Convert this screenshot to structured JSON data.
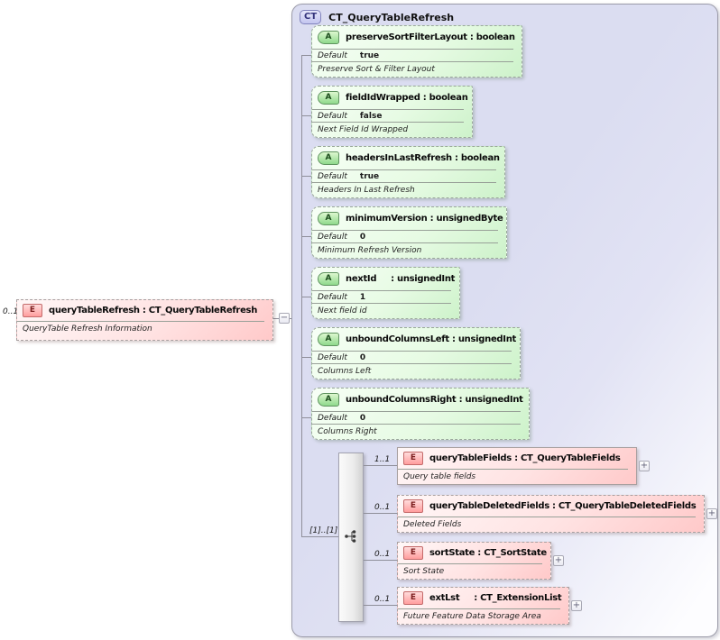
{
  "diagram": {
    "complex_type": {
      "badge": "CT",
      "name": "CT_QueryTableRefresh"
    },
    "root_element": {
      "badge": "E",
      "cardinality": "0..1",
      "label": "queryTableRefresh : CT_QueryTableRefresh",
      "doc": "QueryTable Refresh Information"
    },
    "default_label": "Default",
    "attributes": [
      {
        "badge": "A",
        "label": "preserveSortFilterLayout : boolean",
        "default": "true",
        "doc": "Preserve Sort & Filter Layout"
      },
      {
        "badge": "A",
        "label": "fieldIdWrapped : boolean",
        "default": "false",
        "doc": "Next Field Id Wrapped"
      },
      {
        "badge": "A",
        "label": "headersInLastRefresh : boolean",
        "default": "true",
        "doc": "Headers In Last Refresh"
      },
      {
        "badge": "A",
        "label": "minimumVersion : unsignedByte",
        "default": "0",
        "doc": "Minimum Refresh Version"
      },
      {
        "badge": "A",
        "label": "nextId     : unsignedInt",
        "default": "1",
        "doc": "Next field id"
      },
      {
        "badge": "A",
        "label": "unboundColumnsLeft : unsignedInt",
        "default": "0",
        "doc": "Columns Left"
      },
      {
        "badge": "A",
        "label": "unboundColumnsRight : unsignedInt",
        "default": "0",
        "doc": "Columns Right"
      }
    ],
    "sequence": {
      "cardinality": "[1]..[1]"
    },
    "elements": [
      {
        "badge": "E",
        "cardinality": "1..1",
        "label": "queryTableFields : CT_QueryTableFields",
        "doc": "Query table fields"
      },
      {
        "badge": "E",
        "cardinality": "0..1",
        "label": "queryTableDeletedFields : CT_QueryTableDeletedFields",
        "doc": "Deleted Fields"
      },
      {
        "badge": "E",
        "cardinality": "0..1",
        "label": "sortState : CT_SortState",
        "doc": "Sort State"
      },
      {
        "badge": "E",
        "cardinality": "0..1",
        "label": "extLst     : CT_ExtensionList",
        "doc": "Future Feature Data Storage Area"
      }
    ],
    "icons": {
      "collapse": "−",
      "expand": "+"
    },
    "colors": {
      "container_fill": "#dbddf1",
      "attribute_fill": "#e7fbe4",
      "attribute_badge": "#8fd98c",
      "element_fill": "#ffe3e3",
      "element_badge": "#ff9d9d",
      "connector_line": "#8f8f9a"
    }
  }
}
